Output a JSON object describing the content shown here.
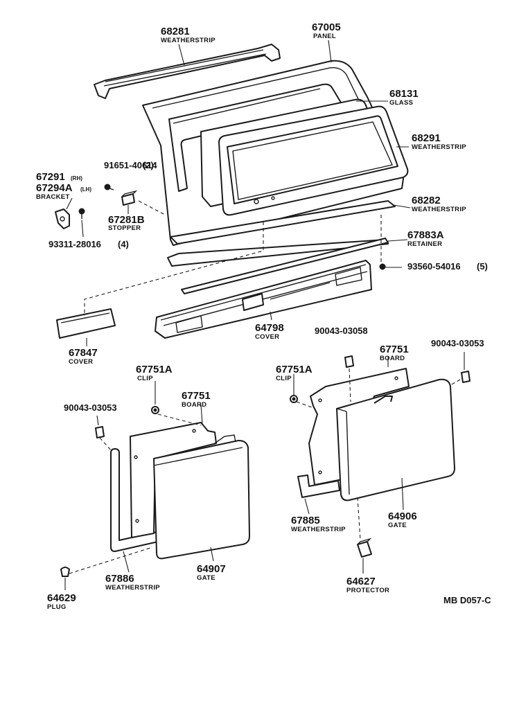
{
  "diagram_code": "MB D057-C",
  "callouts": {
    "weatherstrip_top": {
      "number": "68281",
      "name": "WEATHERSTRIP"
    },
    "panel": {
      "number": "67005",
      "name": "PANEL"
    },
    "glass": {
      "number": "68131",
      "name": "GLASS"
    },
    "weatherstrip_glass": {
      "number": "68291",
      "name": "WEATHERSTRIP"
    },
    "screw_upper": {
      "number": "91651-40614",
      "qty": "(2)"
    },
    "bracket": {
      "number_rh": "67291",
      "suffix_rh": "(RH)",
      "number_lh": "67294A",
      "suffix_lh": "(LH)",
      "name": "BRACKET"
    },
    "stopper": {
      "number": "67281B",
      "name": "STOPPER"
    },
    "screw_lower": {
      "number": "93311-28016",
      "qty": "(4)"
    },
    "weatherstrip_lower": {
      "number": "68282",
      "name": "WEATHERSTRIP"
    },
    "retainer": {
      "number": "67883A",
      "name": "RETAINER"
    },
    "screw_right": {
      "number": "93560-54016",
      "qty": "(5)"
    },
    "cover_main": {
      "number": "64798",
      "name": "COVER"
    },
    "cover_small": {
      "number": "67847",
      "name": "COVER"
    },
    "pad_center": {
      "number": "90043-03058"
    },
    "board_right": {
      "number": "67751",
      "name": "BOARD"
    },
    "pad_right": {
      "number": "90043-03053"
    },
    "clip_left": {
      "number": "67751A",
      "name": "CLIP"
    },
    "clip_right": {
      "number": "67751A",
      "name": "CLIP"
    },
    "board_left": {
      "number": "67751",
      "name": "BOARD"
    },
    "pad_left": {
      "number": "90043-03053"
    },
    "weatherstrip_right_gate": {
      "number": "67885",
      "name": "WEATHERSTRIP"
    },
    "gate_right": {
      "number": "64906",
      "name": "GATE"
    },
    "weatherstrip_left_gate": {
      "number": "67886",
      "name": "WEATHERSTRIP"
    },
    "gate_left": {
      "number": "64907",
      "name": "GATE"
    },
    "protector": {
      "number": "64627",
      "name": "PROTECTOR"
    },
    "plug": {
      "number": "64629",
      "name": "PLUG"
    }
  }
}
